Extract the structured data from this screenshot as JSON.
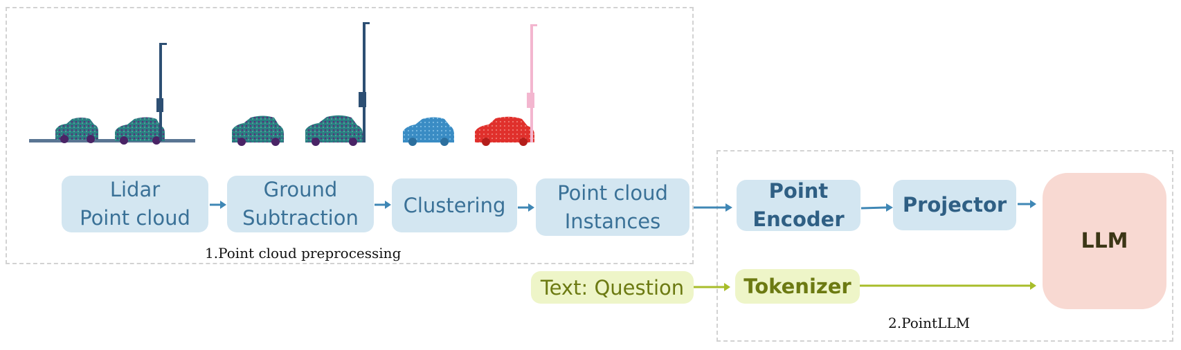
{
  "stage1": {
    "caption": "1.Point cloud preprocessing",
    "boxes": {
      "lidar": [
        "Lidar",
        "Point cloud"
      ],
      "ground": [
        "Ground",
        "Subtraction"
      ],
      "clustering": "Clustering",
      "instances": [
        "Point cloud",
        "Instances"
      ]
    }
  },
  "stage2": {
    "caption": "2.PointLLM",
    "boxes": {
      "encoder": [
        "Point",
        "Encoder"
      ],
      "projector": "Projector",
      "tokenizer": "Tokenizer",
      "llm": "LLM"
    }
  },
  "text_question": "Text: Question",
  "colors": {
    "blue_box": "#d3e6f1",
    "blue_text": "#3a7197",
    "green_box": "#eef5c8",
    "green_text": "#6c7a12",
    "llm_box": "#f8d9d2",
    "blue_arrow": "#3f87b5",
    "green_arrow": "#a8bd2a"
  },
  "images": [
    {
      "name": "raw-lidar-scan",
      "colors": [
        "#2d4f73",
        "#2a7f82",
        "#5b2d7a"
      ]
    },
    {
      "name": "ground-removed-scan",
      "colors": [
        "#2d4f73",
        "#2a7f82",
        "#5b2d7a"
      ]
    },
    {
      "name": "clustered-instances",
      "colors": [
        "#3a8cc4",
        "#e0302c",
        "#f3b6cf"
      ]
    }
  ]
}
